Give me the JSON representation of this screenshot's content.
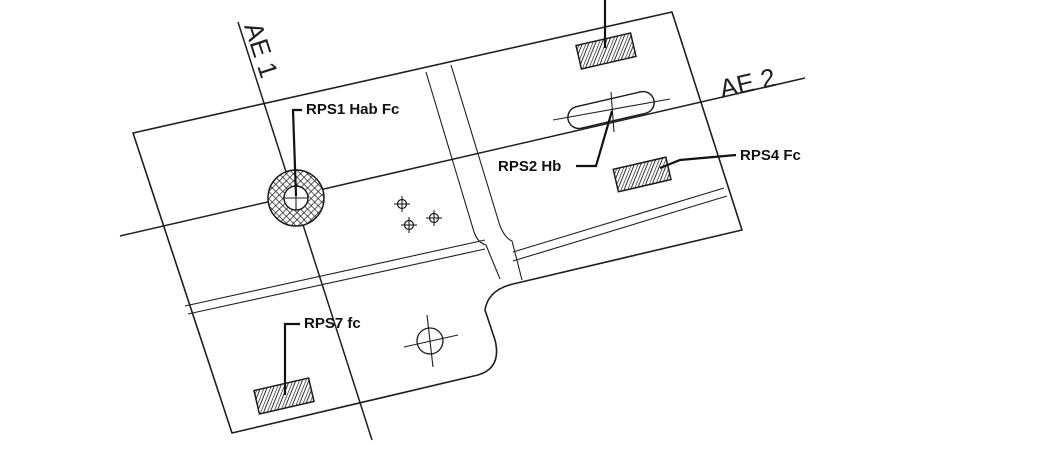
{
  "drawing": {
    "axes": {
      "ae1": "AE 1",
      "ae2": "AE 2"
    },
    "labels": {
      "rps1": "RPS1 Hab Fc",
      "rps2": "RPS2 Hb",
      "rps4": "RPS4 Fc",
      "rps7": "RPS7 fc"
    }
  }
}
